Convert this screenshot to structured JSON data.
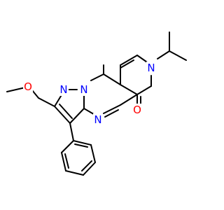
{
  "structure": {
    "atoms": [
      {
        "id": "n_pyridone",
        "text": "N",
        "color": "#0000ff"
      },
      {
        "id": "o_carbonyl",
        "text": "O",
        "color": "#ff0000"
      },
      {
        "id": "n_pyrimidine",
        "text": "N",
        "color": "#0000ff"
      },
      {
        "id": "n_pyrazole_fused",
        "text": "N",
        "color": "#0000ff"
      },
      {
        "id": "n_pyrazole",
        "text": "N",
        "color": "#0000ff"
      },
      {
        "id": "o_ether",
        "text": "O",
        "color": "#ff0000"
      }
    ]
  }
}
